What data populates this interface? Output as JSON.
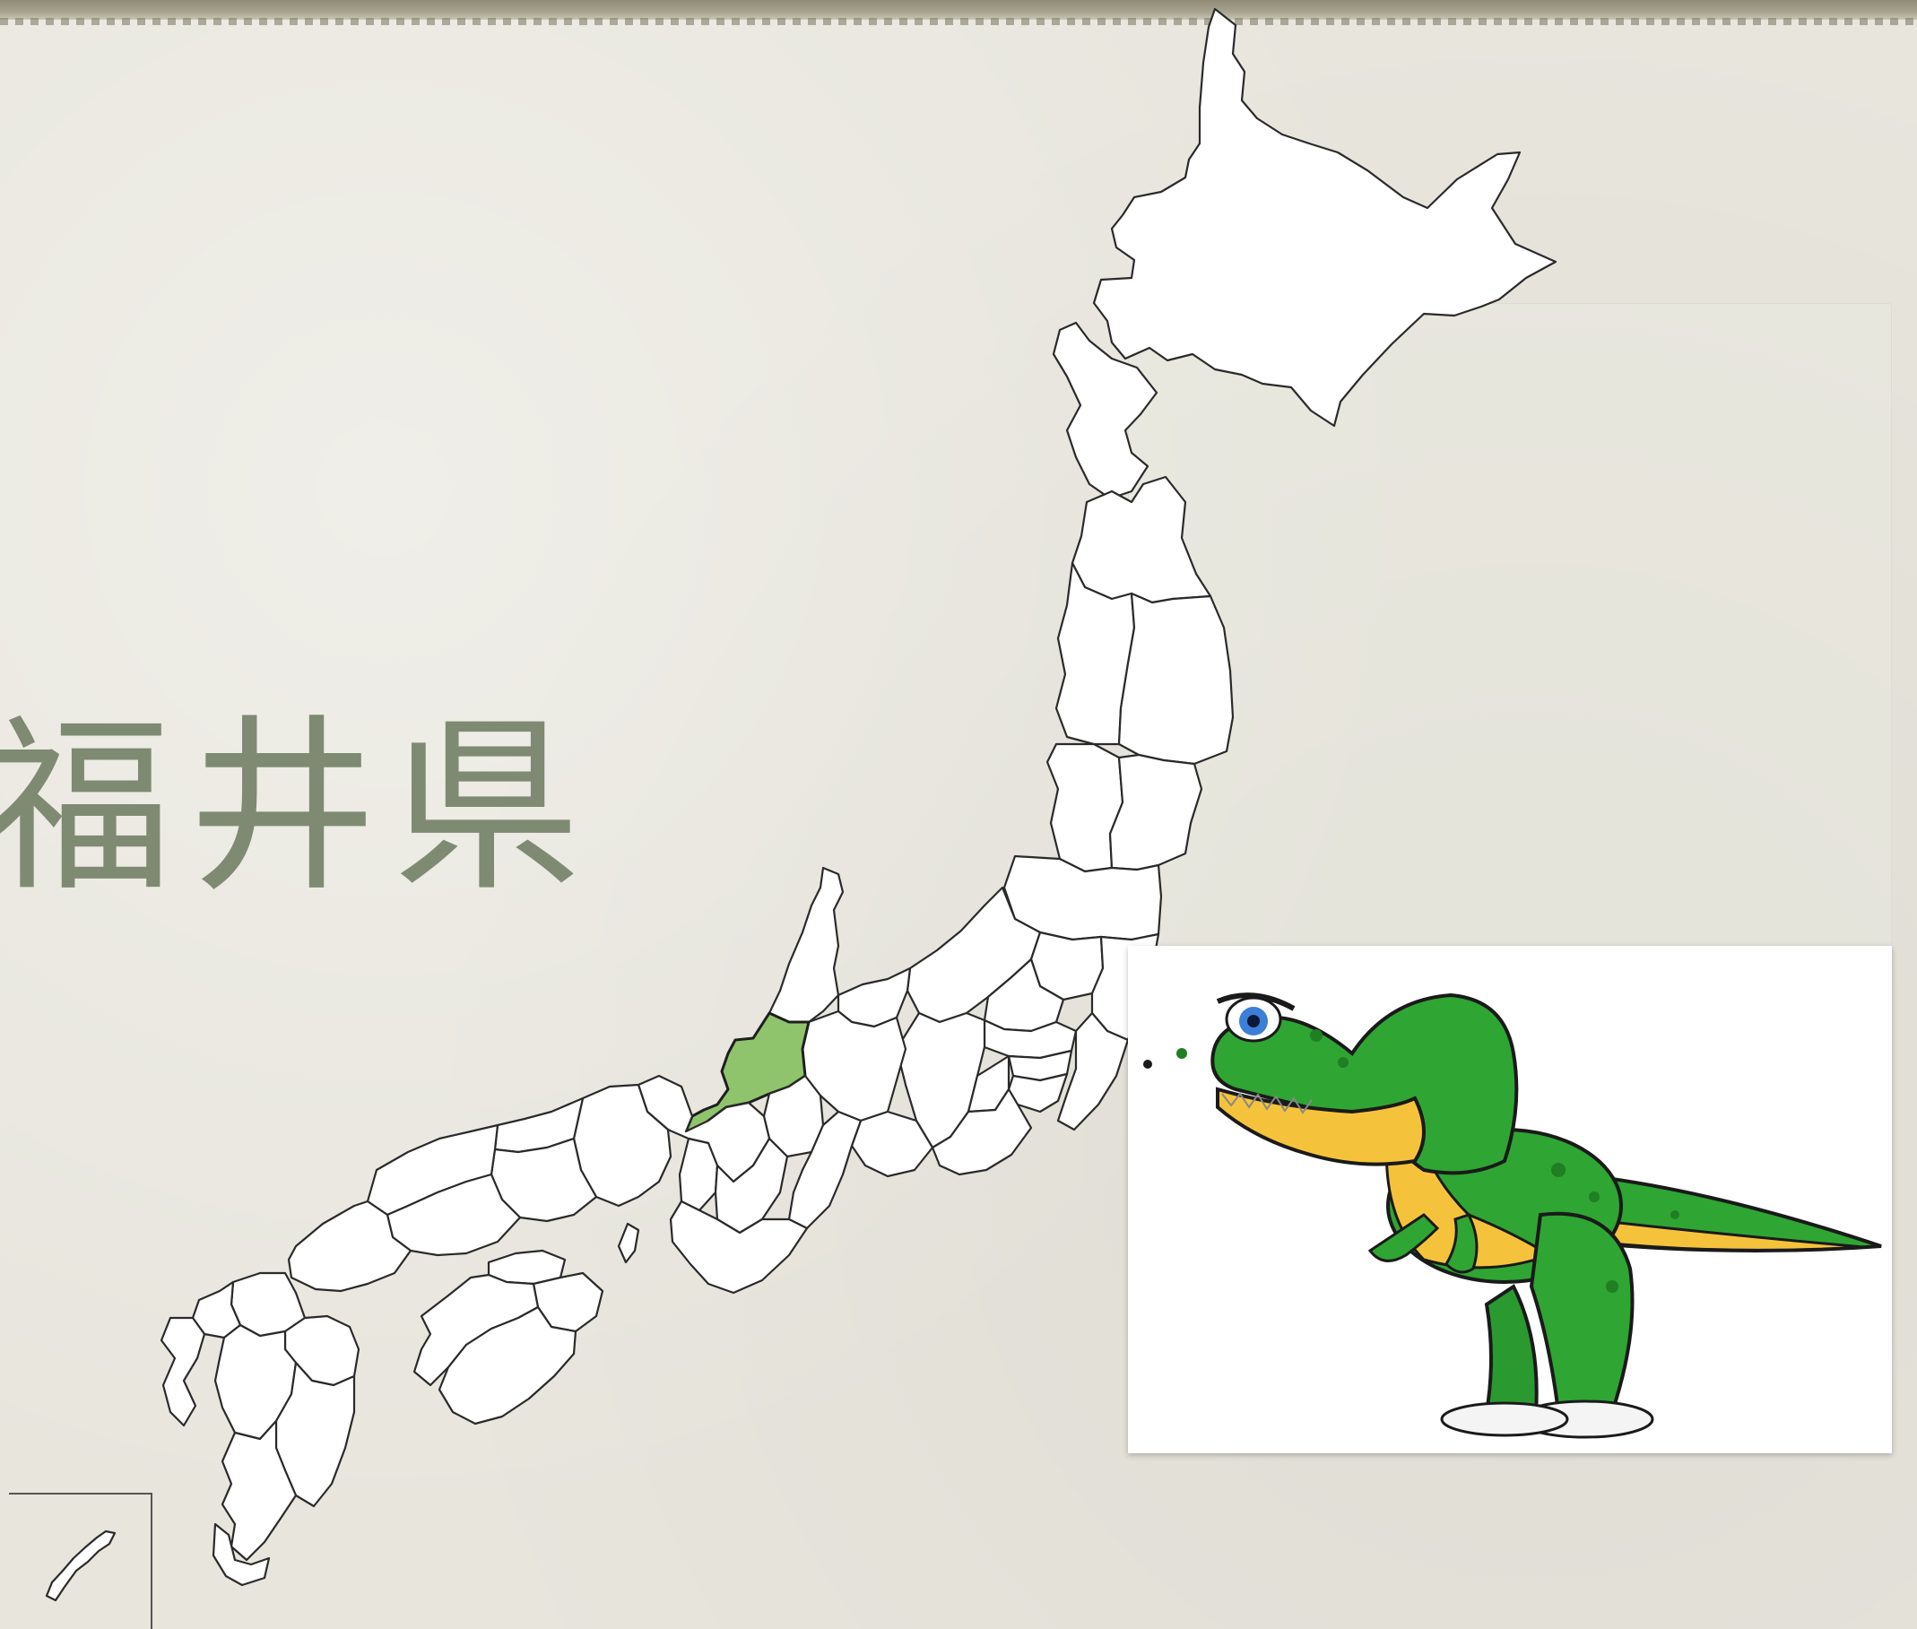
{
  "slide": {
    "title": "福井県",
    "highlighted_prefecture": "fukui",
    "colors": {
      "title": "#7e8a72",
      "highlight": "#8fc46d",
      "background": "#e7e5dc"
    }
  },
  "image": {
    "subject": "dinosaur-illustration"
  }
}
